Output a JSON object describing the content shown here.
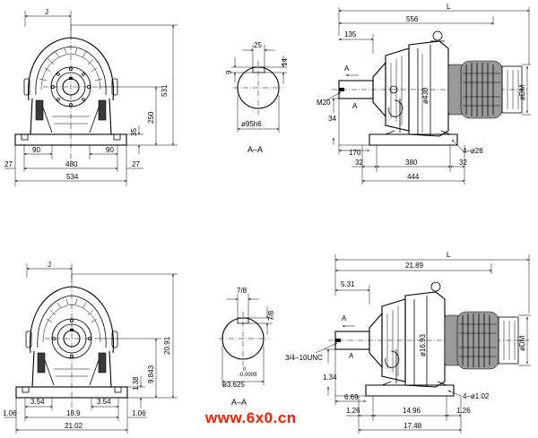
{
  "metric": {
    "front": {
      "j": "J",
      "h_total": "531",
      "h_shaft": "250",
      "h_base": "35",
      "foot": "90",
      "foot2": "90",
      "bolt_span": "480",
      "edge_l": "27",
      "edge_r": "27",
      "width": "534"
    },
    "section": {
      "key_w": "25",
      "key_h": "14",
      "key_d": "9",
      "shaft_dia": "ø95h6",
      "label": "A–A"
    },
    "side": {
      "length": "L",
      "len556": "556",
      "len135": "135",
      "thread": "M20",
      "m34": "34",
      "m170": "170",
      "m32l": "32",
      "m380": "380",
      "m32r": "32",
      "m444": "444",
      "holes": "4–ø26",
      "dia430": "ø430",
      "dm": "øDM",
      "cut_a1": "A",
      "cut_a2": "A"
    }
  },
  "imperial": {
    "front": {
      "j": "J",
      "h_total": "20.91",
      "h_shaft": "9.843",
      "h_base": "1.38",
      "foot": "3.54",
      "foot2": "3.54",
      "bolt_span": "18.9",
      "edge_l": "1.06",
      "edge_r": "1.06",
      "width": "21.02"
    },
    "section": {
      "key_w": "7/8",
      "key_h": "7/8",
      "shaft_dia": "ø3.625",
      "tol_upper": "0",
      "tol_lower": "-0.0009",
      "label": "A–A"
    },
    "side": {
      "length": "L",
      "len": "21.89",
      "len2": "5.31",
      "thread": "3/4–10UNC",
      "m134": "1.34",
      "m669": "6.69",
      "m126l": "1.26",
      "m1496": "14.96",
      "m126r": "1.26",
      "m1748": "17.48",
      "holes": "4–ø1.02",
      "dia": "ø16.93",
      "dm": "øDM",
      "cut_a1": "A",
      "cut_a2": "A"
    }
  },
  "watermark": "www.6x0.cn",
  "colors": {
    "line": "#000000",
    "watermark": "#ff1a00",
    "motor_fill": "#9a9a9a"
  }
}
